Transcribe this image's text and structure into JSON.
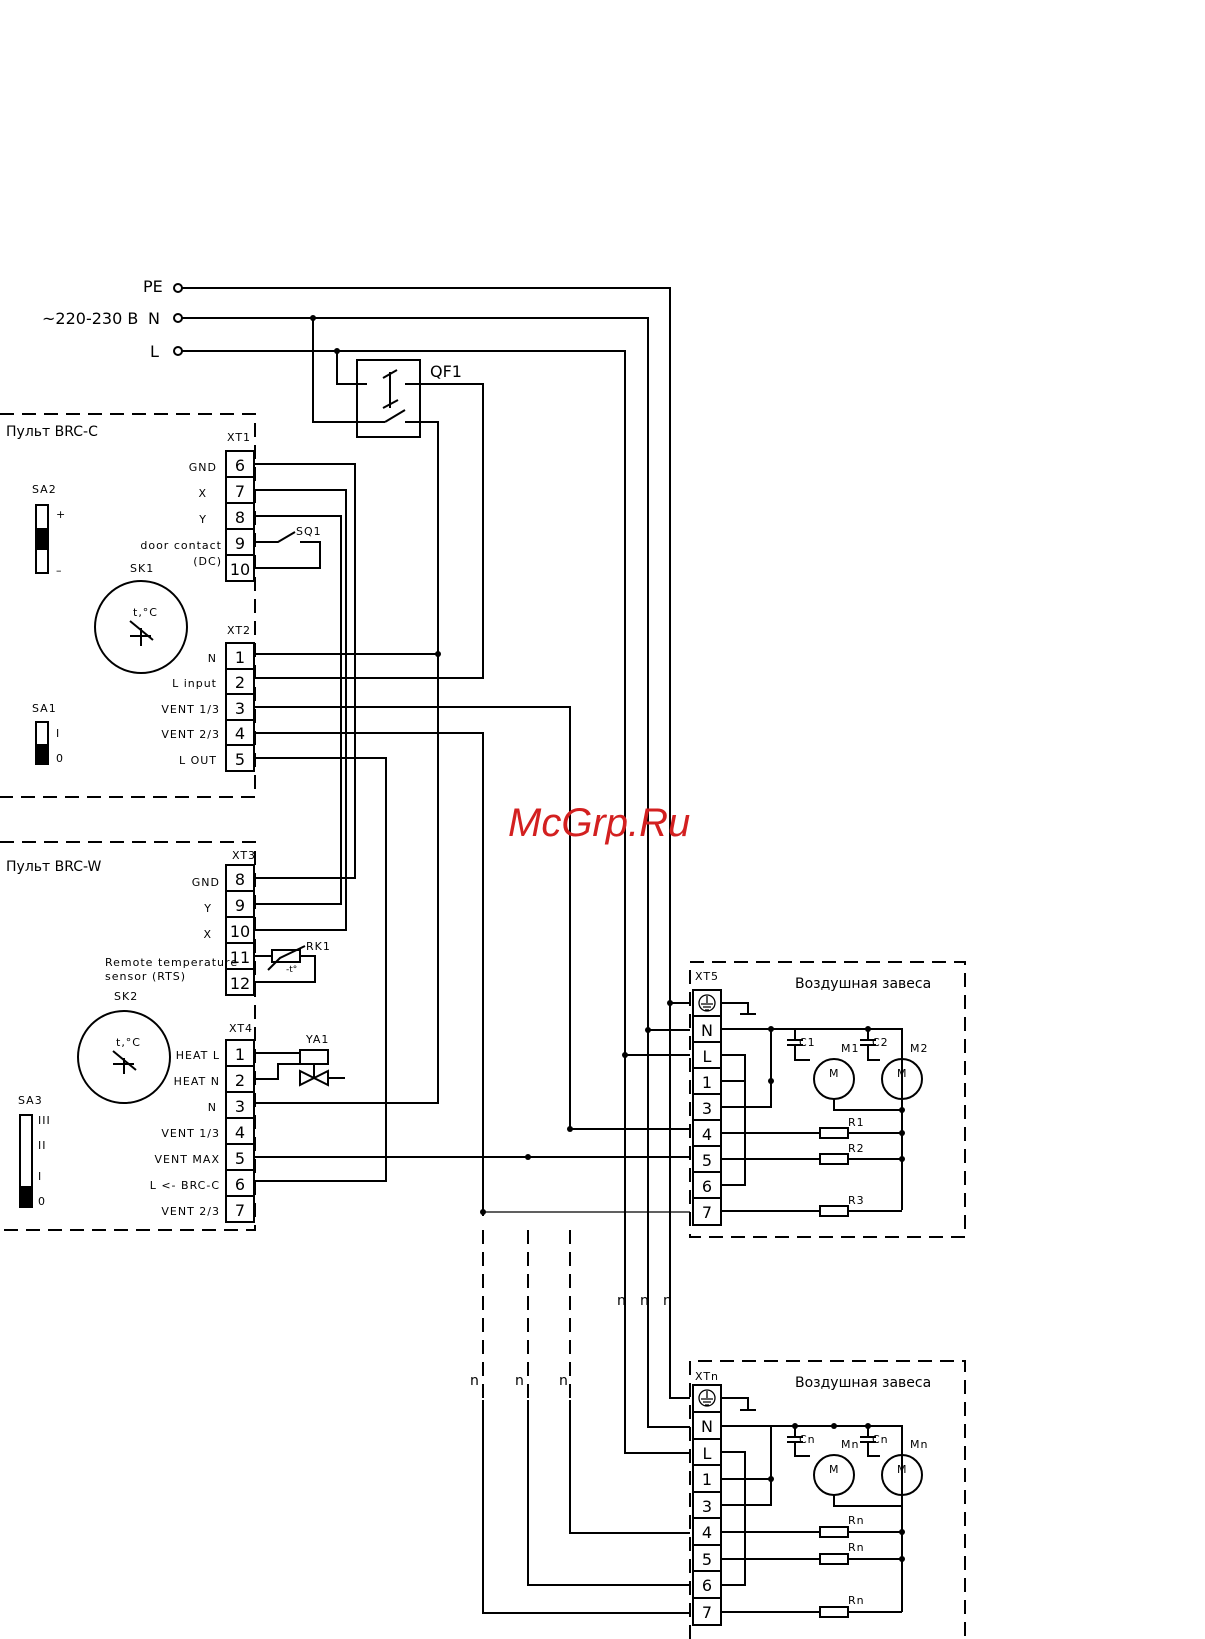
{
  "supply": {
    "pe": "PE",
    "n": "N",
    "l": "L",
    "voltage": "~220-230 В",
    "breaker": "QF1"
  },
  "panel_c": {
    "title": "Пульт BRC-C",
    "xt1": "XT1",
    "xt1_labels": [
      "GND",
      "X",
      "Y",
      "door contact",
      "(DC)"
    ],
    "xt1_numbers": [
      "6",
      "7",
      "8",
      "9",
      "10"
    ],
    "sq": "SQ1",
    "sa2": "SA2",
    "sa2_plus": "+",
    "sa2_minus": "–",
    "sk1": "SK1",
    "sk1_label": "t,°C",
    "xt2": "XT2",
    "xt2_labels": [
      "N",
      "L input",
      "VENT 1/3",
      "VENT 2/3",
      "L OUT"
    ],
    "xt2_numbers": [
      "1",
      "2",
      "3",
      "4",
      "5"
    ],
    "sa1": "SA1",
    "sa1_on": "I",
    "sa1_off": "0"
  },
  "panel_w": {
    "title": "Пульт BRC-W",
    "xt3": "XT3",
    "xt3_labels": [
      "GND",
      "Y",
      "X",
      "Remote temperature",
      "sensor (RTS)"
    ],
    "xt3_numbers": [
      "8",
      "9",
      "10",
      "11",
      "12"
    ],
    "rk": "RK1",
    "rk_t": "-t°",
    "sk2": "SK2",
    "sk2_label": "t,°C",
    "xt4": "XT4",
    "xt4_labels": [
      "HEAT L",
      "HEAT N",
      "N",
      "VENT 1/3",
      "VENT MAX",
      "L <- BRC-C",
      "VENT 2/3"
    ],
    "xt4_numbers": [
      "1",
      "2",
      "3",
      "4",
      "5",
      "6",
      "7"
    ],
    "ya": "YA1",
    "sa3": "SA3",
    "sa3_levels": [
      "III",
      "II",
      "I",
      "0"
    ]
  },
  "curtain1": {
    "title": "Воздушная завеса",
    "xt": "XT5",
    "terminals": [
      "N",
      "L",
      "1",
      "3",
      "4",
      "5",
      "6",
      "7"
    ],
    "c1": "C1",
    "c2": "C2",
    "m1": "M1",
    "m2": "M2",
    "motor": "M",
    "r1": "R1",
    "r2": "R2",
    "r3": "R3"
  },
  "curtain2": {
    "title": "Воздушная завеса",
    "xt": "XTn",
    "terminals": [
      "N",
      "L",
      "1",
      "3",
      "4",
      "5",
      "6",
      "7"
    ],
    "c": "Cn",
    "m": "Mn",
    "motor": "M",
    "r": "Rn"
  },
  "multiplicity": "n",
  "watermark": "McGrp.Ru"
}
